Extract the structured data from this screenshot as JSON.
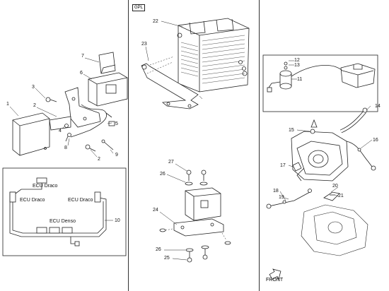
{
  "variant_tag": "GPL",
  "front_label": "FRONT",
  "callouts": {
    "c1": "1",
    "c2a": "2",
    "c2b": "2",
    "c3": "3",
    "c4": "4",
    "c5": "5",
    "c6": "6",
    "c7": "7",
    "c8": "8",
    "c9": "9",
    "c10": "10",
    "c11": "11",
    "c12": "12",
    "c13": "13",
    "c14": "14",
    "c15": "15",
    "c16": "16",
    "c17": "17",
    "c18": "18",
    "c19": "19",
    "c20": "20",
    "c21": "21",
    "c22": "22",
    "c23": "23",
    "c24": "24",
    "c25": "25",
    "c26a": "26",
    "c26b": "26",
    "c27": "27"
  },
  "ecu_labels": {
    "draco_top": "ECU Draco",
    "draco_left": "ECU Draco",
    "draco_right": "ECU Draco",
    "denso": "ECU Denso"
  }
}
